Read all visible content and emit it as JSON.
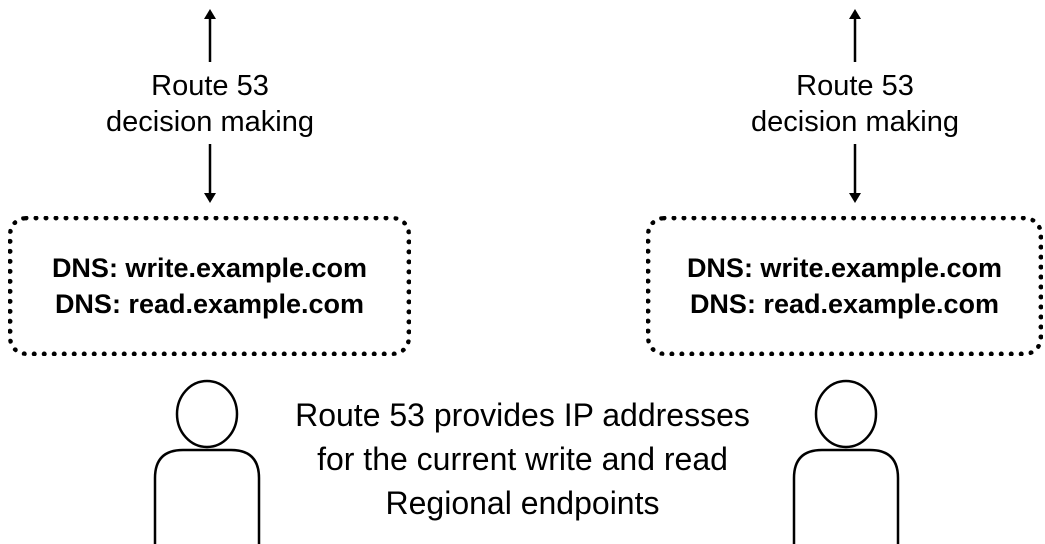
{
  "left_panel": {
    "decision_label_line1": "Route 53",
    "decision_label_line2": "decision making",
    "dns_write": "DNS: write.example.com",
    "dns_read": "DNS: read.example.com"
  },
  "right_panel": {
    "decision_label_line1": "Route 53",
    "decision_label_line2": "decision making",
    "dns_write": "DNS: write.example.com",
    "dns_read": "DNS: read.example.com"
  },
  "caption": {
    "line1": "Route 53 provides IP addresses",
    "line2": "for the current write and read",
    "line3": "Regional endpoints"
  }
}
